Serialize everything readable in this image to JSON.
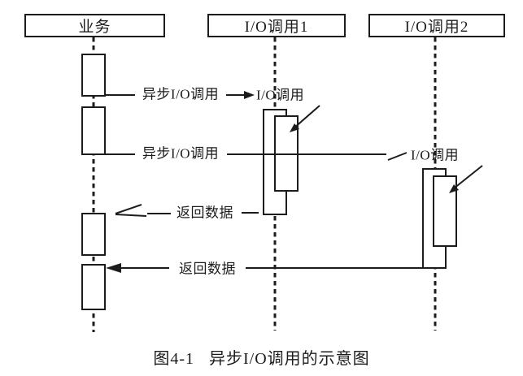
{
  "colors": {
    "ink": "#1c1c1c",
    "background": "#ffffff"
  },
  "actors": [
    {
      "id": "business",
      "label": "业务"
    },
    {
      "id": "io-call-1",
      "label": "I/O调用1"
    },
    {
      "id": "io-call-2",
      "label": "I/O调用2"
    }
  ],
  "messages": [
    {
      "id": "async-io-call-1",
      "label": "异步I/O调用"
    },
    {
      "id": "io-call-annotation-1",
      "label": "I/O调用"
    },
    {
      "id": "async-io-call-2",
      "label": "异步I/O调用"
    },
    {
      "id": "io-call-annotation-2",
      "label": "I/O调用"
    },
    {
      "id": "return-data-1",
      "label": "返回数据"
    },
    {
      "id": "return-data-2",
      "label": "返回数据"
    }
  ],
  "caption": {
    "number": "图4-1",
    "title": "异步I/O调用的示意图"
  }
}
